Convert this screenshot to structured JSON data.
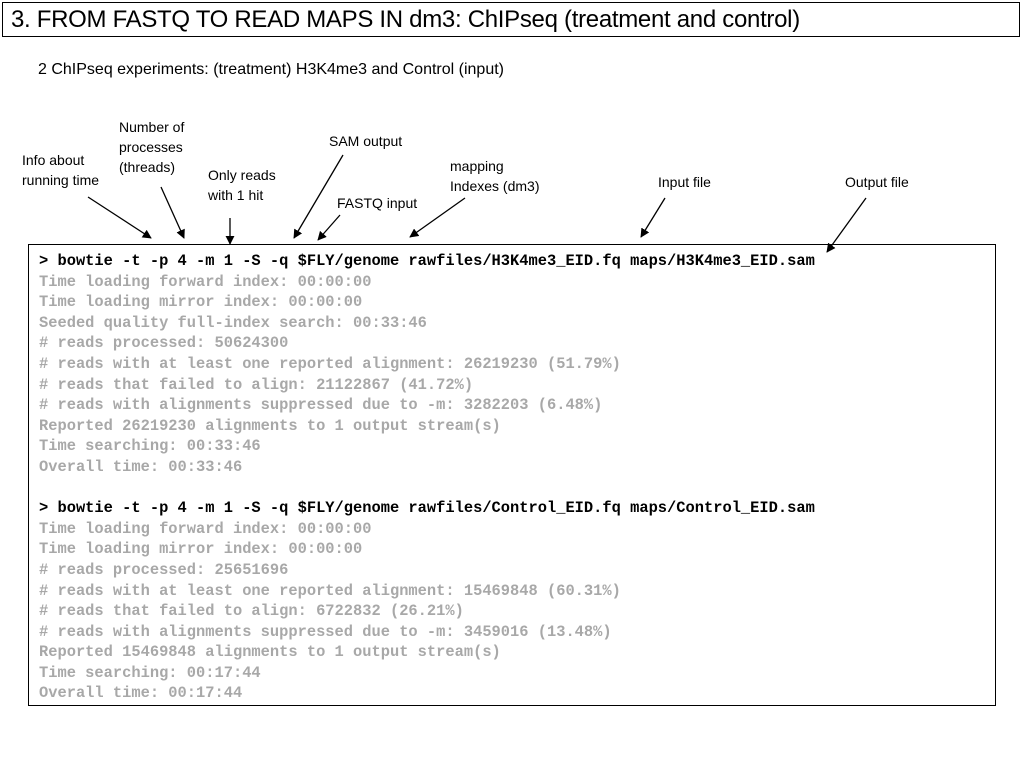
{
  "title": "3. FROM FASTQ TO READ MAPS IN dm3: ChIPseq (treatment and control)",
  "subtitle": "2 ChIPseq experiments: (treatment) H3K4me3 and Control (input)",
  "annotations": {
    "running_time": "Info about\nrunning time",
    "threads": "Number of\nprocesses\n(threads)",
    "one_hit": "Only reads\nwith 1 hit",
    "sam_output": "SAM output",
    "fastq_input": "FASTQ input",
    "mapping_indexes": "mapping\nIndexes (dm3)",
    "input_file": "Input file",
    "output_file": "Output file"
  },
  "terminal": {
    "run1": {
      "command": "> bowtie -t -p 4 -m 1 -S -q $FLY/genome rawfiles/H3K4me3_EID.fq maps/H3K4me3_EID.sam",
      "output": [
        "Time loading forward index: 00:00:00",
        "Time loading mirror index: 00:00:00",
        "Seeded quality full-index search: 00:33:46",
        "# reads processed: 50624300",
        "# reads with at least one reported alignment: 26219230 (51.79%)",
        "# reads that failed to align: 21122867 (41.72%)",
        "# reads with alignments suppressed due to -m: 3282203 (6.48%)",
        "Reported 26219230 alignments to 1 output stream(s)",
        "Time searching: 00:33:46",
        "Overall time: 00:33:46"
      ]
    },
    "run2": {
      "command": "> bowtie -t -p 4 -m 1 -S -q $FLY/genome rawfiles/Control_EID.fq maps/Control_EID.sam",
      "output": [
        "Time loading forward index: 00:00:00",
        "Time loading mirror index: 00:00:00",
        "# reads processed: 25651696",
        "# reads with at least one reported alignment: 15469848 (60.31%)",
        "# reads that failed to align: 6722832 (26.21%)",
        "# reads with alignments suppressed due to -m: 3459016 (13.48%)",
        "Reported 15469848 alignments to 1 output stream(s)",
        "Time searching: 00:17:44",
        "Overall time: 00:17:44"
      ]
    }
  }
}
